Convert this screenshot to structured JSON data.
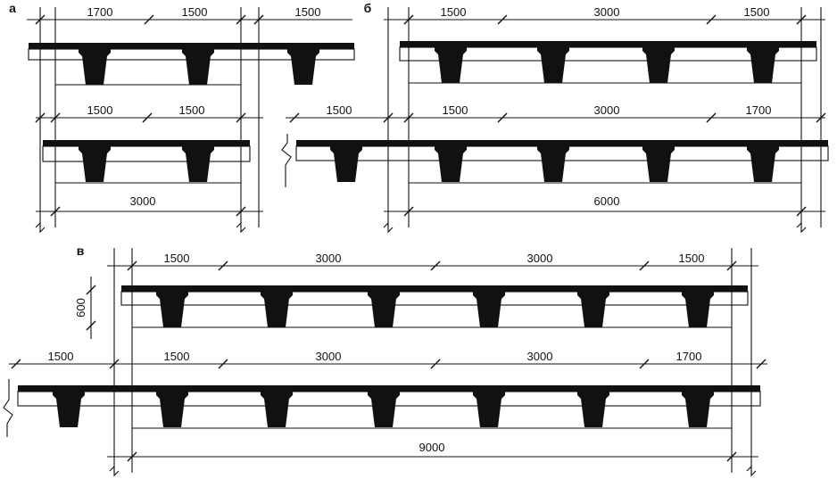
{
  "panels": {
    "a": {
      "label": "а",
      "top_dims": [
        "1700",
        "1500",
        "1500"
      ],
      "lower_dims": [
        "1500",
        "1500"
      ],
      "span": "3000"
    },
    "b": {
      "label": "б",
      "top_dims": [
        "1500",
        "3000",
        "1500"
      ],
      "lower_dims": [
        "1500",
        "1500",
        "3000",
        "1700"
      ],
      "span": "6000"
    },
    "c": {
      "label": "в",
      "top_dims": [
        "1500",
        "3000",
        "3000",
        "1500"
      ],
      "lower_dims": [
        "1500",
        "1500",
        "3000",
        "3000",
        "1700"
      ],
      "span": "9000",
      "height_dim": "600"
    }
  }
}
